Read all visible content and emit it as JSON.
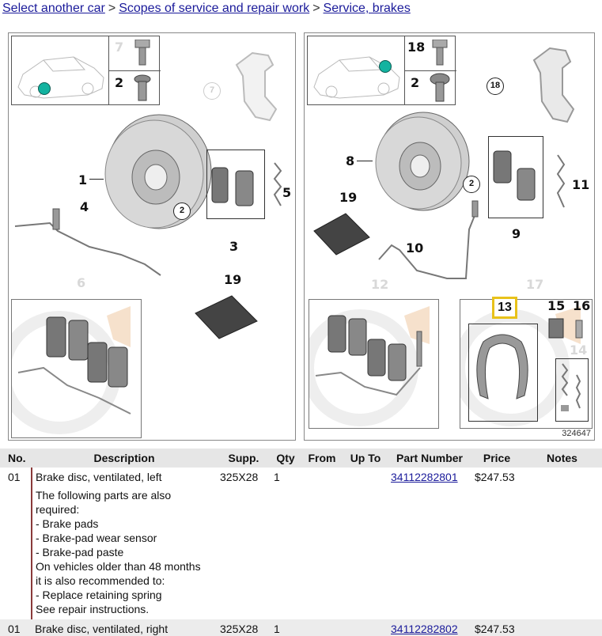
{
  "breadcrumb": {
    "items": [
      "Select another car",
      "Scopes of service and repair work",
      "Service, brakes"
    ],
    "separator": ">"
  },
  "diagram": {
    "figure_number": "324647",
    "left_panel": {
      "callouts": {
        "c7": "7",
        "c2": "2",
        "c1": "1",
        "c4": "4",
        "c5": "5",
        "c3": "3",
        "c19": "19",
        "c6": "6",
        "circle2": "2",
        "circle7": "7"
      }
    },
    "right_panel": {
      "callouts": {
        "c18": "18",
        "c2": "2",
        "c8": "8",
        "c11": "11",
        "c9": "9",
        "c19": "19",
        "c10": "10",
        "c12": "12",
        "c17": "17",
        "c13": "13",
        "c15": "15",
        "c16": "16",
        "c14": "14",
        "circle2": "2",
        "circle18": "18"
      }
    },
    "accent_color": "#13b3a0",
    "highlight_color": "#e8c21a"
  },
  "table": {
    "headers": [
      "No.",
      "Description",
      "Supp.",
      "Qty",
      "From",
      "Up To",
      "Part Number",
      "Price",
      "Notes"
    ],
    "rows": [
      {
        "no": "01",
        "description": "Brake disc, ventilated, left",
        "notes_lines": [
          "The following parts are also",
          "required:",
          "- Brake pads",
          "- Brake-pad wear sensor",
          "- Brake-pad paste",
          "On vehicles older than 48 months",
          "it is also recommended to:",
          "- Replace retaining spring",
          "See repair instructions."
        ],
        "supp": "325X28",
        "qty": "1",
        "from": "",
        "upto": "",
        "part_number": "34112282801",
        "price": "$247.53",
        "notes": ""
      },
      {
        "no": "01",
        "description": "Brake disc, ventilated, right",
        "supp": "325X28",
        "qty": "1",
        "from": "",
        "upto": "",
        "part_number": "34112282802",
        "price": "$247.53",
        "notes": ""
      }
    ]
  }
}
